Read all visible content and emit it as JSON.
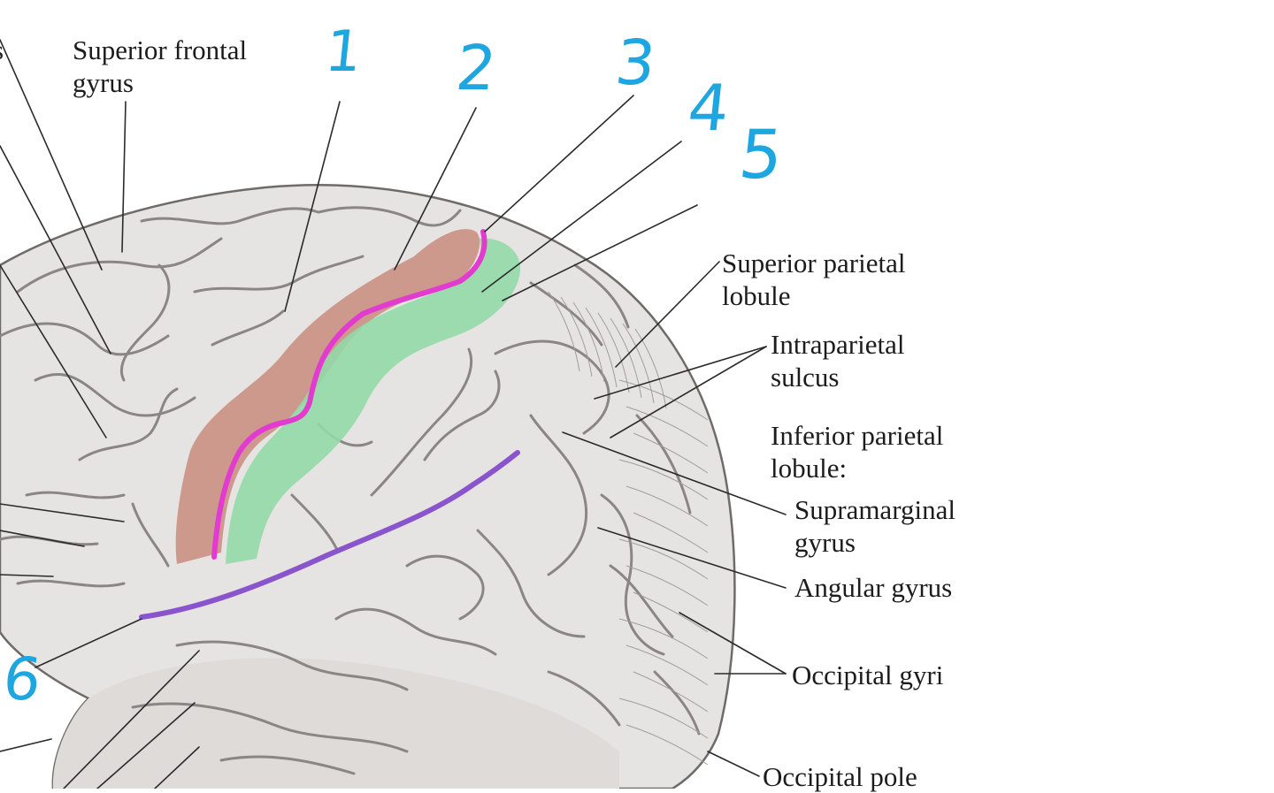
{
  "colors": {
    "background": "#ffffff",
    "cortex": "#e6e4e2",
    "sulcus": "#8a8683",
    "leader_line": "#2b2b2b",
    "precentral_highlight": "#c98e80",
    "postcentral_highlight": "#93d9a7",
    "central_sulcus_marker": "#e23bd0",
    "lateral_sulcus_marker": "#8a55cc",
    "handwritten_numbers": "#1ea6e0"
  },
  "labels": {
    "cut_off_left": "s",
    "superior_frontal_gyrus": [
      "Superior frontal",
      "gyrus"
    ],
    "superior_parietal_lobule": [
      "Superior parietal",
      "lobule"
    ],
    "intraparietal_sulcus": [
      "Intraparietal",
      "sulcus"
    ],
    "inferior_parietal_lobule": [
      "Inferior parietal",
      "lobule:"
    ],
    "supramarginal_gyrus": [
      "Supramarginal",
      "gyrus"
    ],
    "angular_gyrus": "Angular gyrus",
    "occipital_gyri": "Occipital gyri",
    "occipital_pole": "Occipital pole"
  },
  "handwritten_numbers": {
    "n1": "1",
    "n2": "2",
    "n3": "3",
    "n4": "4",
    "n5": "5",
    "n6": "6"
  },
  "icons": {
    "brain_illustration": "lateral-brain-hemisphere-icon"
  }
}
